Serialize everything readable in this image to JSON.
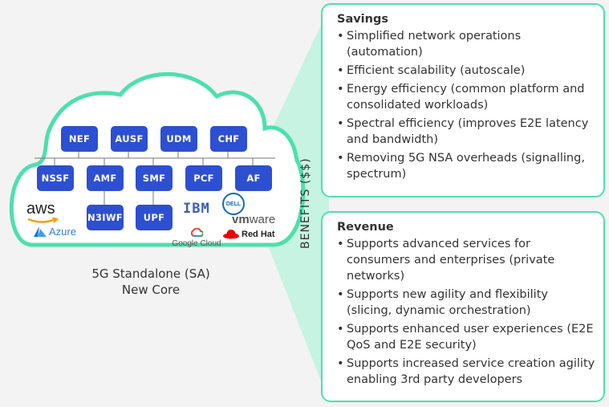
{
  "colors": {
    "accent": "#4de0ae",
    "wedge": "#c6f3e2",
    "nf_box": "#2d4fd1",
    "background": "#f3f3f3"
  },
  "cloud": {
    "top_row": [
      "NEF",
      "AUSF",
      "UDM",
      "CHF"
    ],
    "middle_row": [
      "NSSF",
      "AMF",
      "SMF",
      "PCF",
      "AF"
    ],
    "bottom_row": [
      "N3IWF",
      "UPF"
    ],
    "logos": {
      "aws": "aws",
      "azure": "Azure",
      "ibm": "IBM",
      "dell": "DELL",
      "vmware_bold": "vm",
      "vmware_rest": "ware",
      "google_cloud": "Google Cloud",
      "redhat": "Red Hat"
    },
    "caption_line1": "5G Standalone (SA)",
    "caption_line2": "New Core"
  },
  "benefits_label": "BENEFITS ($$)",
  "savings": {
    "title": "Savings",
    "items": [
      "Simplified network operations (automation)",
      "Efficient scalability (autoscale)",
      "Energy efficiency (common platform and consolidated workloads)",
      "Spectral efficiency (improves E2E latency and bandwidth)",
      "Removing 5G NSA overheads (signalling, spectrum)"
    ]
  },
  "revenue": {
    "title": "Revenue",
    "items": [
      "Supports advanced services for consumers and enterprises (private networks)",
      "Supports new agility and flexibility (slicing, dynamic orchestration)",
      "Supports enhanced user experiences (E2E QoS and E2E security)",
      "Supports increased service creation agility enabling 3rd party developers"
    ]
  }
}
